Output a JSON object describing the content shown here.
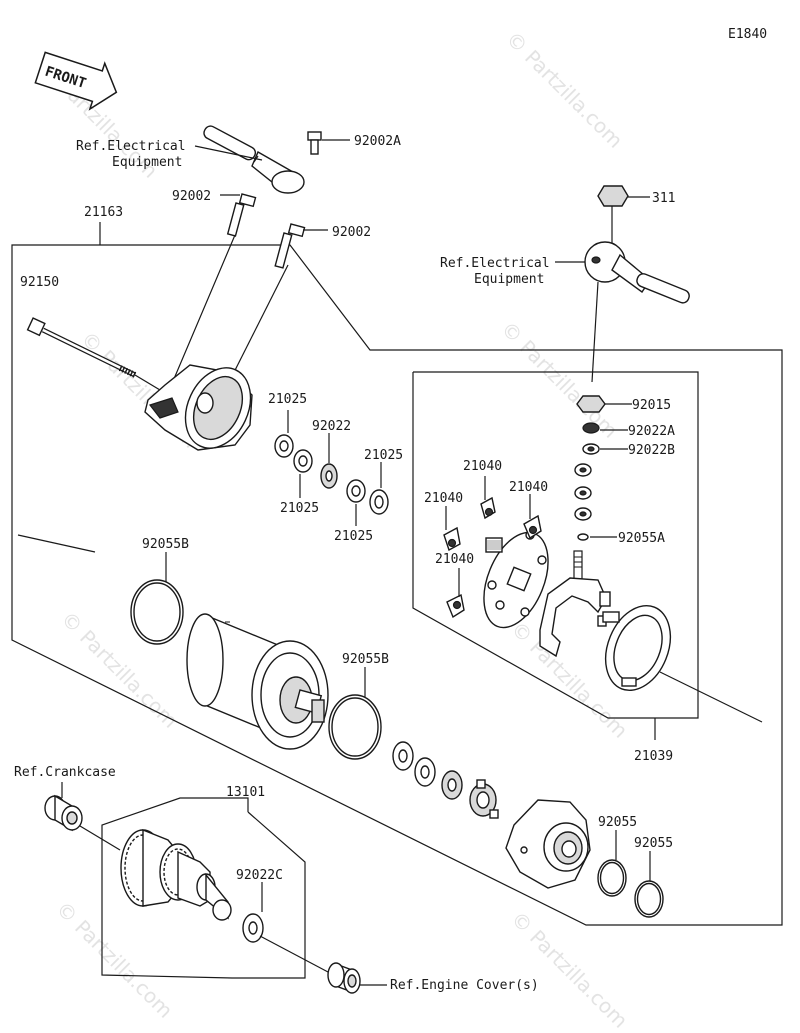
{
  "diagram": {
    "code": "E1840",
    "watermark": "© Partzilla.com",
    "front_label": "FRONT",
    "labels": {
      "p92002A": "92002A",
      "p92002": "92002",
      "p92002b": "92002",
      "p21163": "21163",
      "p92150": "92150",
      "p311": "311",
      "p92015": "92015",
      "p92022A": "92022A",
      "p92022B": "92022B",
      "p92055A": "92055A",
      "p21025a": "21025",
      "p92022": "92022",
      "p21025b": "21025",
      "p21025c": "21025",
      "p21025d": "21025",
      "p21040a": "21040",
      "p21040b": "21040",
      "p21040c": "21040",
      "p21040d": "21040",
      "p92055Ba": "92055B",
      "p92055Bb": "92055B",
      "p21039": "21039",
      "p13101": "13101",
      "p92022C": "92022C",
      "p92055a": "92055",
      "p92055b": "92055"
    },
    "refs": {
      "elec1_line1": "Ref.Electrical",
      "elec1_line2": "Equipment",
      "elec2_line1": "Ref.Electrical",
      "elec2_line2": "Equipment",
      "crankcase": "Ref.Crankcase",
      "engine_cover": "Ref.Engine Cover(s)"
    }
  }
}
